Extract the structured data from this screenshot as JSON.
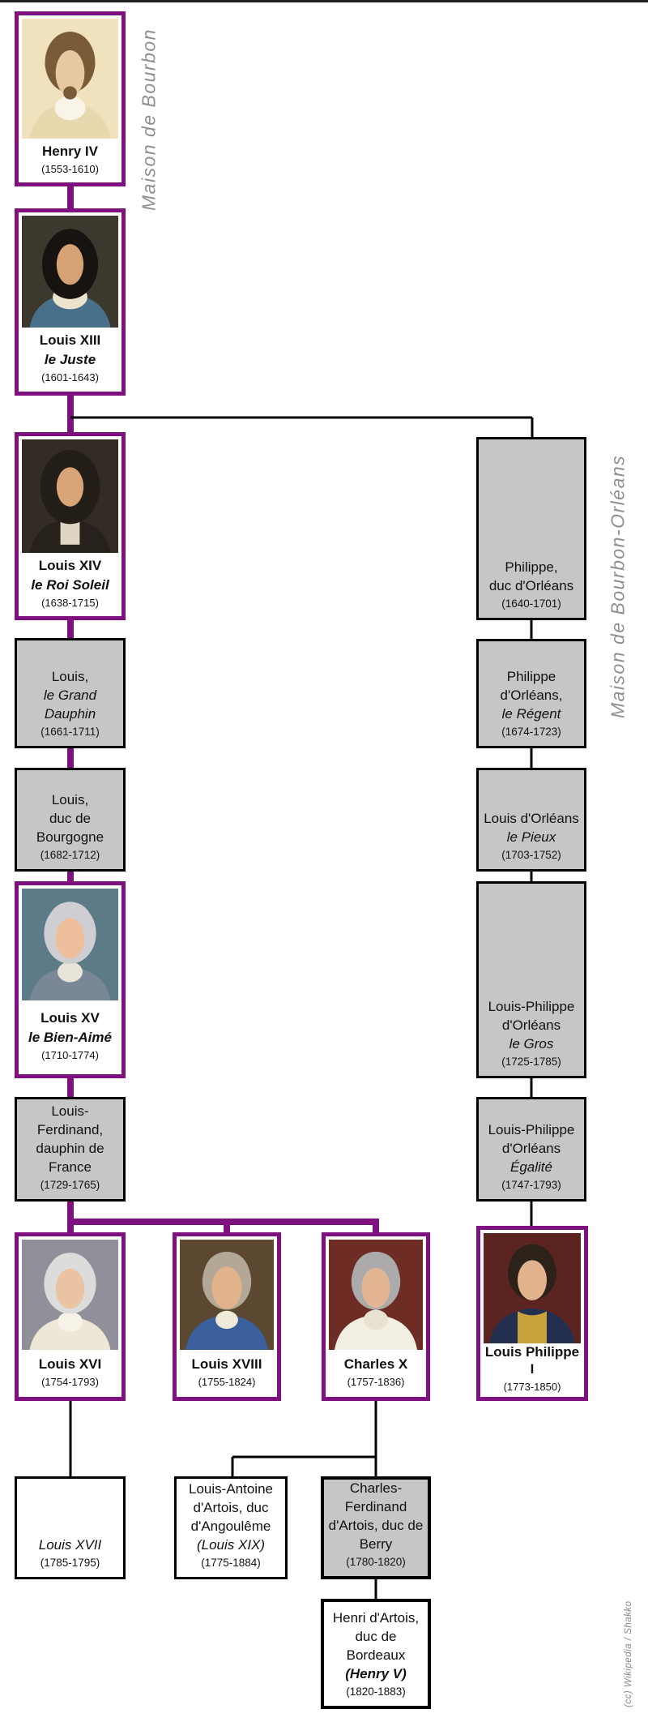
{
  "diagram_title": "Bourbon and Bourbon-Orléans family tree",
  "houses": {
    "bourbon_label": "Maison de Bourbon",
    "orleans_label": "Maison de Bourbon-Orléans"
  },
  "credit": "(cc) Wikipedia / Shakko",
  "colors": {
    "accent_purple": "#7f1080",
    "connector_black": "#000000",
    "box_gray_fill": "#c6c6c6",
    "side_label_gray": "#8f8f8f",
    "background": "#ffffff"
  },
  "persons": [
    {
      "name": "Henry IV",
      "dates": "(1553-1610)",
      "portrait": {
        "bg": "#efe2bd",
        "coat": "#e7d8ae",
        "collar": "#f8f4e8",
        "hair": "#7a5b38",
        "face": "#e6c9a0"
      }
    },
    {
      "name": "Louis XIII",
      "epithet": "le Juste",
      "dates": "(1601-1643)",
      "portrait": {
        "bg": "#3c382e",
        "coat": "#49708a",
        "collar": "#ece4cc",
        "hair": "#171310",
        "face": "#d6a173"
      }
    },
    {
      "name": "Louis XIV",
      "epithet": "le Roi Soleil",
      "dates": "(1638-1715)",
      "portrait": {
        "bg": "#322c24",
        "coat": "#27211b",
        "collar": "#ded5c2",
        "hair": "#241e18",
        "face": "#d9a478"
      }
    },
    {
      "lines": [
        "Philippe,",
        "duc d'Orléans"
      ],
      "dates": "(1640-1701)"
    },
    {
      "lines": [
        "Louis,",
        "le Grand",
        "Dauphin"
      ],
      "dates": "(1661-1711)"
    },
    {
      "lines": [
        "Philippe",
        "d'Orléans,",
        "le Régent"
      ],
      "dates": "(1674-1723)"
    },
    {
      "lines": [
        "Louis,",
        "duc de",
        "Bourgogne"
      ],
      "dates": "(1682-1712)"
    },
    {
      "lines": [
        "Louis d'Orléans",
        "le Pieux"
      ],
      "dates": "(1703-1752)"
    },
    {
      "name": "Louis XV",
      "epithet": "le Bien-Aimé",
      "dates": "(1710-1774)",
      "portrait": {
        "bg": "#5d7a87",
        "coat": "#7a8796",
        "collar": "#e8e4da",
        "hair": "#cfcfd3",
        "face": "#eebf9d"
      }
    },
    {
      "lines": [
        "Louis-Philippe",
        "d'Orléans",
        "le Gros"
      ],
      "dates": "(1725-1785)"
    },
    {
      "lines": [
        "Louis-",
        "Ferdinand,",
        "dauphin de",
        "France"
      ],
      "dates": "(1729-1765)"
    },
    {
      "lines": [
        "Louis-Philippe",
        "d'Orléans",
        "Égalité"
      ],
      "dates": "(1747-1793)"
    },
    {
      "name": "Louis XVI",
      "dates": "(1754-1793)",
      "portrait": {
        "bg": "#90909a",
        "coat": "#eee6d6",
        "collar": "#f6f2e8",
        "hair": "#dcdcdc",
        "face": "#eac4a2"
      }
    },
    {
      "name": "Louis XVIII",
      "dates": "(1755-1824)",
      "portrait": {
        "bg": "#5c4730",
        "coat": "#3c5f9e",
        "collar": "#f0ead8",
        "hair": "#b3a795",
        "face": "#e2b28c"
      }
    },
    {
      "name": "Charles X",
      "dates": "(1757-1836)",
      "portrait": {
        "bg": "#6e2d24",
        "coat": "#f2eee4",
        "collar": "#e8e2d2",
        "hair": "#ababab",
        "face": "#e2b494"
      }
    },
    {
      "name": "Louis Philippe I",
      "dates": "(1773-1850)",
      "portrait": {
        "bg": "#5c2420",
        "coat": "#232f4e",
        "collar": "#c9a23c",
        "hair": "#2c221a",
        "face": "#e2b28c"
      }
    },
    {
      "lines": [
        "Louis XVII"
      ],
      "dates": "(1785-1795)"
    },
    {
      "lines": [
        "Louis-Antoine",
        "d'Artois, duc",
        "d'Angoulême",
        "(Louis XIX)"
      ],
      "dates": "(1775-1884)"
    },
    {
      "lines": [
        "Charles-",
        "Ferdinand",
        "d'Artois, duc de",
        "Berry"
      ],
      "dates": "(1780-1820)"
    },
    {
      "lines": [
        "Henri d'Artois,",
        "duc de",
        "Bordeaux",
        "(Henry V)"
      ],
      "dates": "(1820-1883)"
    }
  ]
}
